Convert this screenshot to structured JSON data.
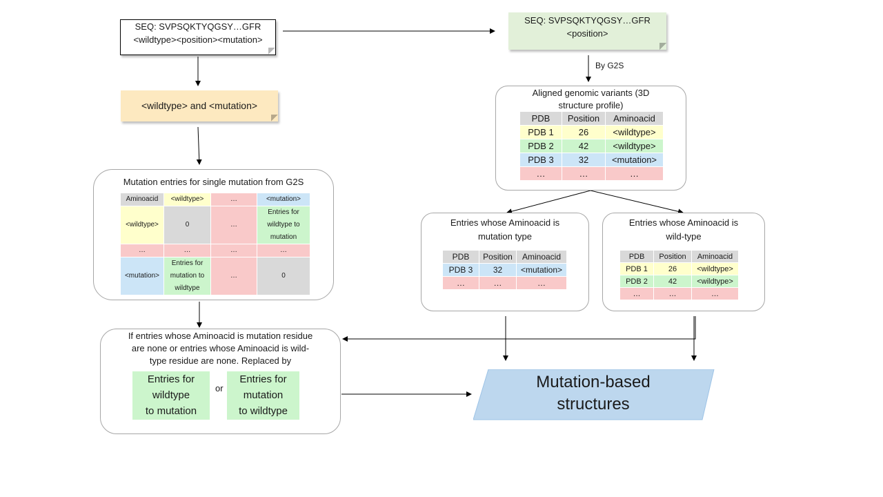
{
  "seq_note_left": {
    "line1": "SEQ: SVPSQKTYQGSY…GFR",
    "line2": "<wildtype><position><mutation>"
  },
  "seq_note_right": {
    "line1": "SEQ: SVPSQKTYQGSY…GFR",
    "line2": "<position>"
  },
  "wt_mut_note": "<wildtype> and <mutation>",
  "by_g2s": "By G2S",
  "aligned": {
    "title_line1": "Aligned genomic variants (3D",
    "title_line2": "structure profile)",
    "headers": [
      "PDB",
      "Position",
      "Aminoacid"
    ],
    "rows": [
      [
        "PDB 1",
        "26",
        "<wildtype>"
      ],
      [
        "PDB 2",
        "42",
        "<wildtype>"
      ],
      [
        "PDB 3",
        "32",
        "<mutation>"
      ],
      [
        "…",
        "…",
        "…"
      ]
    ]
  },
  "mutation_entries": {
    "title": "Mutation entries for single mutation from G2S",
    "matrix": {
      "r0": [
        "Aminoacid",
        "<wildtype>",
        "…",
        "<mutation>"
      ],
      "r1": [
        "<wildtype>",
        "0",
        "…",
        "Entries for wildtype to mutation"
      ],
      "r2": [
        "…",
        "…",
        "…",
        "…"
      ],
      "r3": [
        "<mutation>",
        "Entries for mutation to wildtype",
        "…",
        "0"
      ]
    }
  },
  "entries_mut": {
    "title_line1": "Entries whose Aminoacid is",
    "title_line2": "mutation type",
    "headers": [
      "PDB",
      "Position",
      "Aminoacid"
    ],
    "rows": [
      [
        "PDB 3",
        "32",
        "<mutation>"
      ],
      [
        "…",
        "…",
        "…"
      ]
    ]
  },
  "entries_wt": {
    "title_line1": "Entries whose Aminoacid is",
    "title_line2": "wild-type",
    "headers": [
      "PDB",
      "Position",
      "Aminoacid"
    ],
    "rows": [
      [
        "PDB 1",
        "26",
        "<wildtype>"
      ],
      [
        "PDB 2",
        "42",
        "<wildtype>"
      ],
      [
        "…",
        "…",
        "…"
      ]
    ]
  },
  "fallback": {
    "line1": "If entries whose Aminoacid is mutation residue",
    "line2": "are none or entries whose Aminoacid is wild-",
    "line3": "type residue are none. Replaced by",
    "box1": [
      "Entries for",
      "wildtype",
      "to mutation"
    ],
    "or": "or",
    "box2": [
      "Entries for",
      "mutation",
      "to wildtype"
    ]
  },
  "result": {
    "line1": "Mutation-based",
    "line2": "structures"
  },
  "colors": {
    "note_white": "#ffffff",
    "note_green": "#e2f0d9",
    "note_orange": "#fde9c0",
    "result_blue": "#bdd7ee"
  }
}
